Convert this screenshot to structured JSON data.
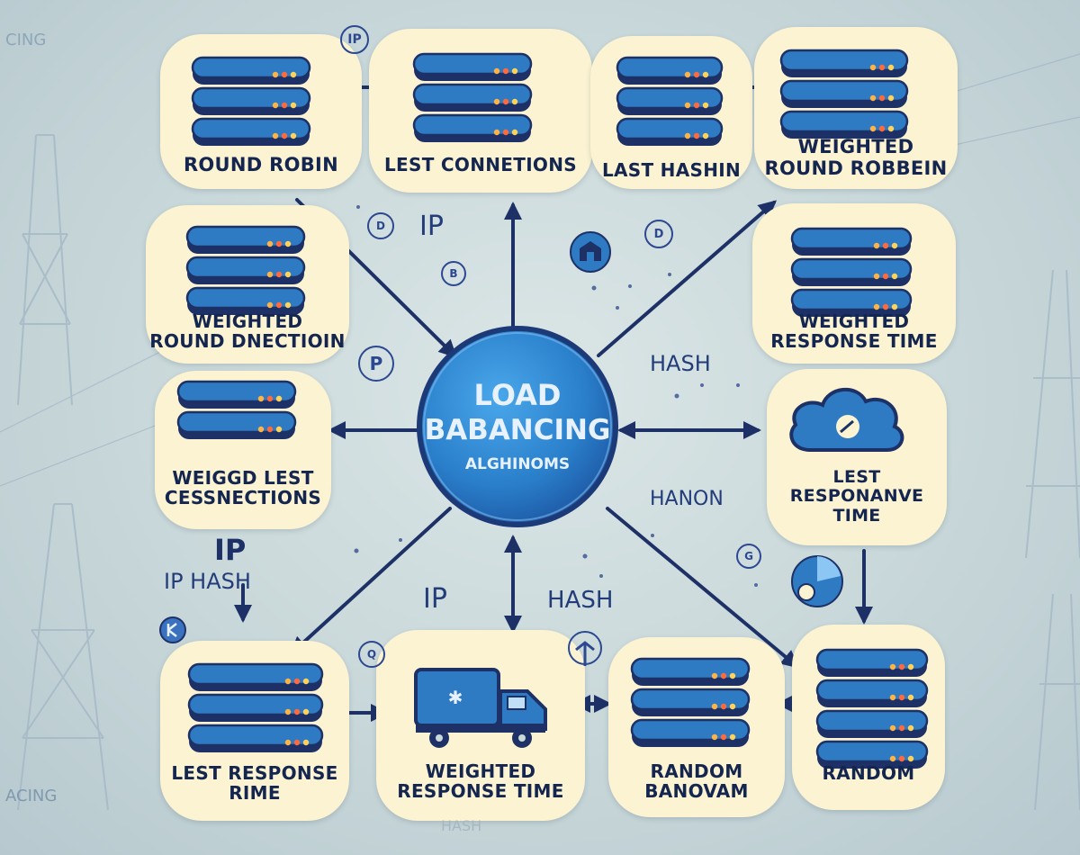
{
  "hub": {
    "line1": "LOAD",
    "line2": "BABANCING",
    "line3": "ALGHINOMS"
  },
  "nodes": {
    "n1": {
      "line1": "ROUND ROBIN",
      "line2": ""
    },
    "n2": {
      "line1": "LEST CONNETIONS",
      "line2": ""
    },
    "n3": {
      "line1": "LAST HASHIN",
      "line2": ""
    },
    "n4": {
      "line1": "WEIGHTED",
      "line2": "ROUND ROBBEIN"
    },
    "n5": {
      "line1": "WEIGHTED",
      "line2": "ROUND DNECTIOIN"
    },
    "n6": {
      "line1": "WEIGHTED",
      "line2": "RESPONSE TIME"
    },
    "n7": {
      "line1": "WEIGGD LEST",
      "line2": "CESSNECTIONS"
    },
    "n8": {
      "line1": "LEST",
      "line2": "RESPONANVE",
      "line3": "TIME"
    },
    "n9": {
      "line1": "LEST RESPONSE",
      "line2": "RIME"
    },
    "n10": {
      "line1": "WEIGHTED",
      "line2": "RESPONSE TIME"
    },
    "n11": {
      "line1": "RANDOM",
      "line2": "BANOVAM"
    },
    "n12": {
      "line1": "RANDOM",
      "line2": ""
    }
  },
  "floating_labels": {
    "ip_top": "IP",
    "hash_right": "HASH",
    "hanon": "HANON",
    "ip_left_big": "IP",
    "ip_hash_left": "IP HASH",
    "ip_bottom": "IP",
    "hash_bottom": "HASH",
    "cing_top_left": "CING",
    "acing_bottom_left": "ACING",
    "hash_faded_bottom": "HASH"
  },
  "badges": {
    "b_ip_top": "IP",
    "b_p": "P",
    "b_d1": "D",
    "b_d2": "D",
    "b_b": "B",
    "b_q": "Q",
    "b_g": "G"
  },
  "colors": {
    "background": "#c9d8da",
    "node_blob": "#fbf3d2",
    "server_blue": "#2e7bc4",
    "arrow_navy": "#1d3166",
    "label_navy": "#14264f",
    "hub_blue": "#2f86d0"
  }
}
